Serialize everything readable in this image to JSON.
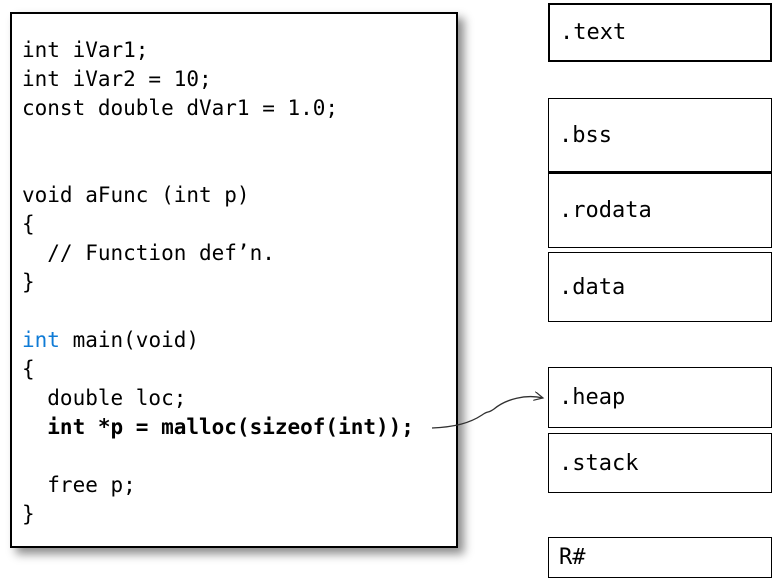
{
  "code": {
    "lines": [
      {
        "spans": [
          {
            "t": "int iVar1;"
          }
        ]
      },
      {
        "spans": [
          {
            "t": "int iVar2 = 10;"
          }
        ]
      },
      {
        "spans": [
          {
            "t": "const double dVar1 = 1.0;"
          }
        ]
      },
      {
        "spans": [
          {
            "t": ""
          }
        ]
      },
      {
        "spans": [
          {
            "t": ""
          }
        ]
      },
      {
        "spans": [
          {
            "t": "void aFunc (int p)"
          }
        ]
      },
      {
        "spans": [
          {
            "t": "{"
          }
        ]
      },
      {
        "spans": [
          {
            "t": "  // Function def’n."
          }
        ]
      },
      {
        "spans": [
          {
            "t": "}"
          }
        ]
      },
      {
        "spans": [
          {
            "t": ""
          }
        ]
      },
      {
        "spans": [
          {
            "t": "int",
            "c": "kw"
          },
          {
            "t": " main(void)"
          }
        ]
      },
      {
        "spans": [
          {
            "t": "{"
          }
        ]
      },
      {
        "spans": [
          {
            "t": "  double loc;"
          }
        ]
      },
      {
        "spans": [
          {
            "t": "  int *p = malloc(sizeof(int));",
            "c": "b"
          }
        ]
      },
      {
        "spans": [
          {
            "t": ""
          }
        ]
      },
      {
        "spans": [
          {
            "t": "  free p;"
          }
        ]
      },
      {
        "spans": [
          {
            "t": "}"
          }
        ]
      }
    ]
  },
  "memory_sections": {
    "text": ".text",
    "bss": ".bss",
    "rodata": ".rodata",
    "data": ".data",
    "heap": ".heap",
    "stack": ".stack",
    "registers": "R#"
  },
  "arrow": {
    "from": "int *p = malloc(sizeof(int));",
    "to": ".heap"
  },
  "colors": {
    "keyword_blue": "#0f7bd6",
    "text": "#000000",
    "border": "#000000",
    "background": "#ffffff"
  }
}
